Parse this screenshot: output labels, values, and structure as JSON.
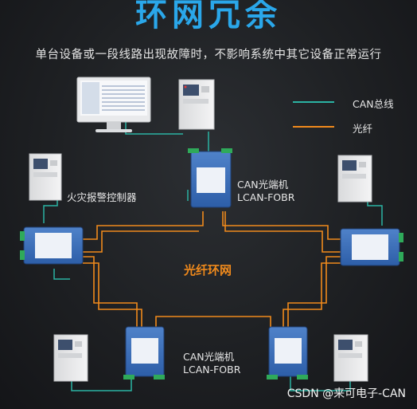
{
  "title": "环网冗余",
  "subtitle": "单台设备或一段线路出现故障时，不影响系统中其它设备正常运行",
  "legend": {
    "can_bus": "CAN总线",
    "fiber": "光纤",
    "can_color": "#2bb3a3",
    "fiber_color": "#f08a1c"
  },
  "labels": {
    "top_device_name": "CAN光端机",
    "top_device_model": "LCAN-FOBR",
    "bottom_device_name": "CAN光端机",
    "bottom_device_model": "LCAN-FOBR",
    "fire_panel": "火灾报警控制器",
    "ring": "光纤环网"
  },
  "watermark": "CSDN @来可电子-CAN"
}
